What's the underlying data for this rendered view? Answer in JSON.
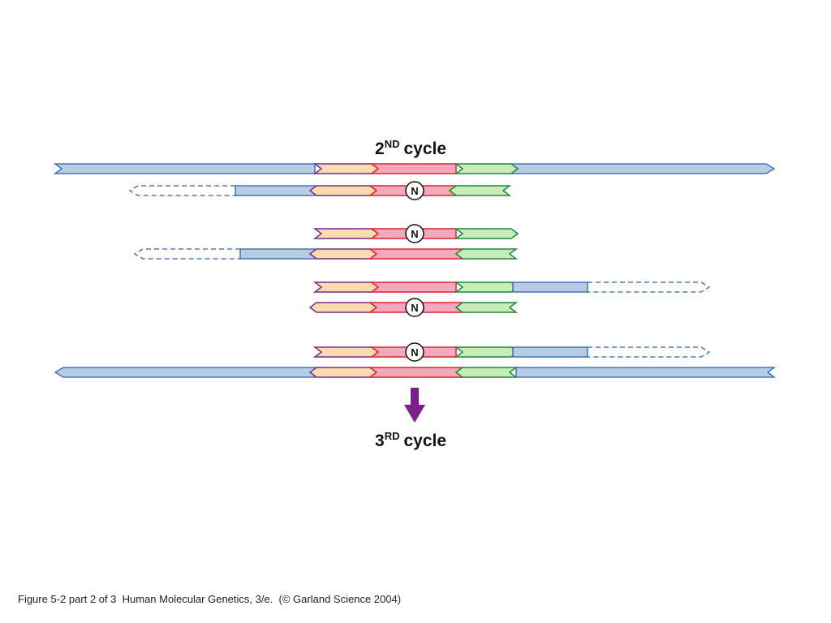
{
  "labels": {
    "top_cycle_num": "2",
    "top_cycle_sup": "ND",
    "top_cycle_word": "cycle",
    "bottom_cycle_num": "3",
    "bottom_cycle_sup": "RD",
    "bottom_cycle_word": "cycle",
    "marker": "N"
  },
  "caption": "Figure 5-2 part 2 of 3  Human Molecular Genetics, 3/e.  (© Garland Science 2004)",
  "colors": {
    "flank": "#b8cce4",
    "flank_stroke": "#2a62b5",
    "left_primer": "#f8dcb0",
    "left_primer_stroke": "#7e2a8e",
    "core": "#f4a8bc",
    "core_stroke": "#e0242e",
    "right_primer": "#c8ecb8",
    "right_primer_stroke": "#1f8a3c",
    "dashed_strand": "#2a62b5",
    "arrow": "#7b1f8c"
  },
  "icons": [
    "mutation-marker-N",
    "down-arrow-icon"
  ]
}
